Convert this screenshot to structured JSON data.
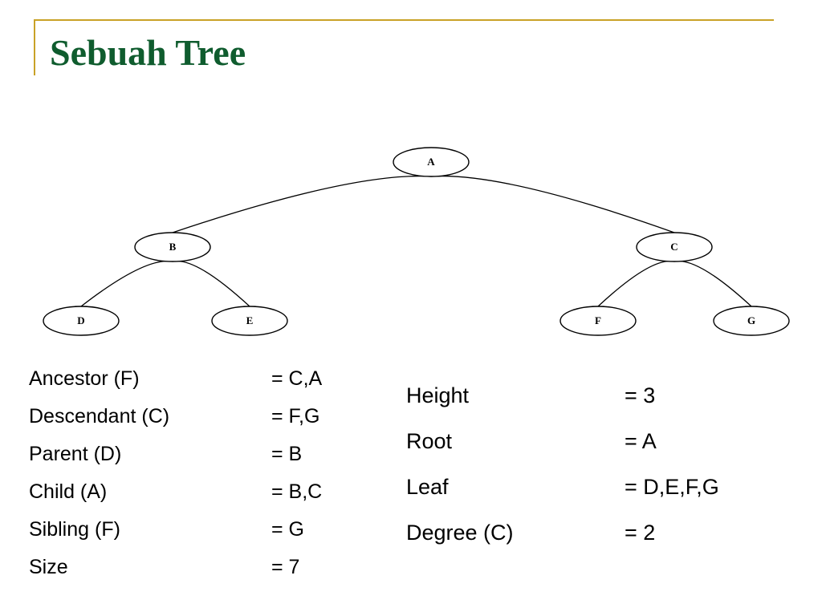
{
  "slide": {
    "title": "Sebuah Tree"
  },
  "tree": {
    "nodes": [
      {
        "id": "A",
        "label": "A"
      },
      {
        "id": "B",
        "label": "B"
      },
      {
        "id": "C",
        "label": "C"
      },
      {
        "id": "D",
        "label": "D"
      },
      {
        "id": "E",
        "label": "E"
      },
      {
        "id": "F",
        "label": "F"
      },
      {
        "id": "G",
        "label": "G"
      }
    ],
    "edges": [
      {
        "from": "A",
        "to": "B"
      },
      {
        "from": "A",
        "to": "C"
      },
      {
        "from": "B",
        "to": "D"
      },
      {
        "from": "B",
        "to": "E"
      },
      {
        "from": "C",
        "to": "F"
      },
      {
        "from": "C",
        "to": "G"
      }
    ]
  },
  "terms_left": [
    {
      "label": "Ancestor (F)",
      "value": "= C,A"
    },
    {
      "label": "Descendant (C)",
      "value": "= F,G"
    },
    {
      "label": "Parent (D)",
      "value": "= B"
    },
    {
      "label": "Child (A)",
      "value": "= B,C"
    },
    {
      "label": "Sibling (F)",
      "value": "= G"
    },
    {
      "label": "Size",
      "value": "= 7"
    }
  ],
  "terms_right": [
    {
      "label": "Height",
      "value": "= 3"
    },
    {
      "label": "Root",
      "value": "= A"
    },
    {
      "label": "Leaf",
      "value": "= D,E,F,G"
    },
    {
      "label": "Degree (C)",
      "value": "= 2"
    }
  ],
  "colors": {
    "title": "#0f5c2e",
    "accent": "#c9a227"
  }
}
